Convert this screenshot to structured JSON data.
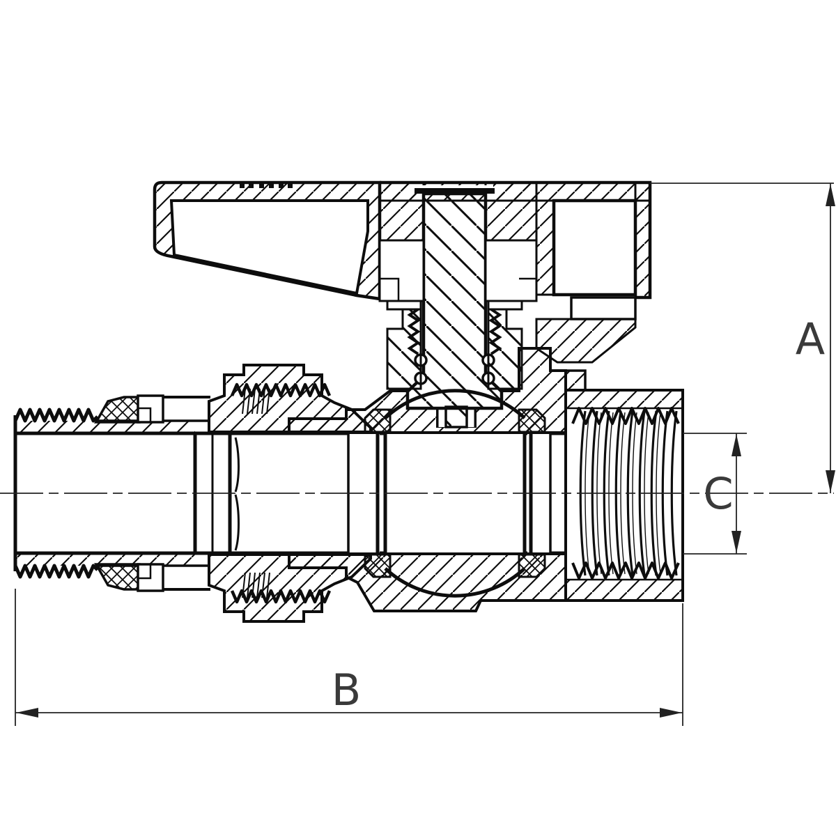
{
  "drawing": {
    "kind": "sectional technical drawing of a ball valve with compression union and female threaded end",
    "colors": {
      "background": "#ffffff",
      "line": "#0d0d0d",
      "dimension_line": "#222222",
      "label": "#3a3a3a"
    }
  },
  "dimensions": {
    "a": {
      "label": "A"
    },
    "b": {
      "label": "B"
    },
    "c": {
      "label": "C"
    }
  }
}
